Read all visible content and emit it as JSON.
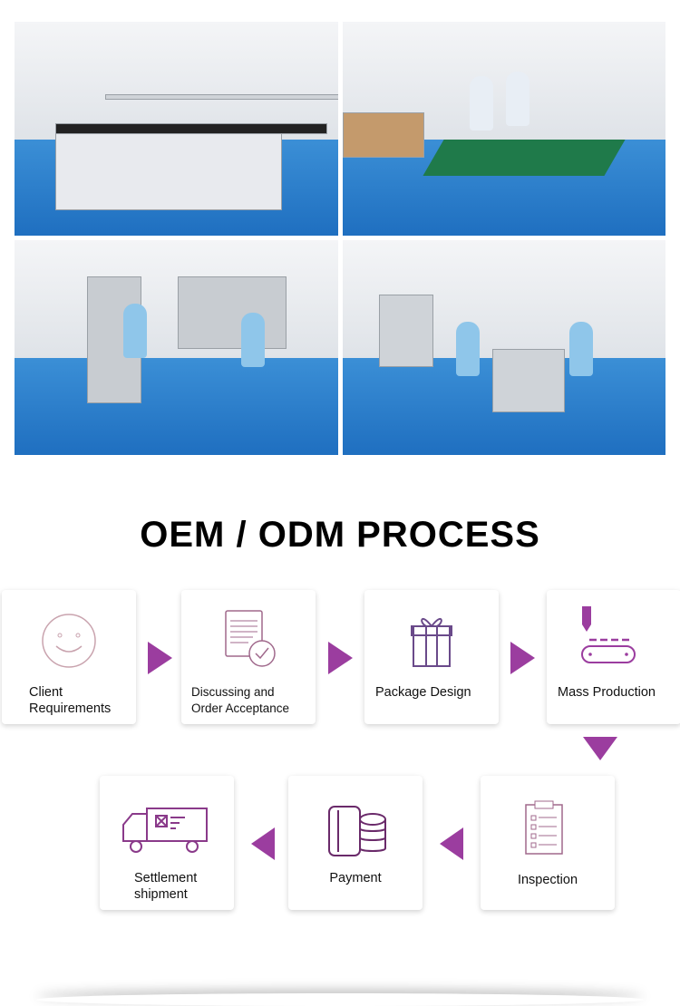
{
  "photos": [
    {
      "name": "laboratory"
    },
    {
      "name": "packaging-line"
    },
    {
      "name": "filling-machines"
    },
    {
      "name": "production-workshop"
    }
  ],
  "title": "OEM / ODM PROCESS",
  "accent_color": "#9b3d9f",
  "steps": [
    {
      "line1": "Client",
      "line2": "Requirements",
      "icon": "smiley-icon"
    },
    {
      "line1": "Discussing and",
      "line2": "Order Acceptance",
      "icon": "document-check-icon"
    },
    {
      "line1": "Package Design",
      "line2": "",
      "icon": "gift-box-icon"
    },
    {
      "line1": "Mass Production",
      "line2": "",
      "icon": "conveyor-icon"
    },
    {
      "line1": "Inspection",
      "line2": "",
      "icon": "clipboard-checklist-icon"
    },
    {
      "line1": "Payment",
      "line2": "",
      "icon": "card-coins-icon"
    },
    {
      "line1": "Settlement",
      "line2": "shipment",
      "icon": "truck-icon"
    }
  ]
}
